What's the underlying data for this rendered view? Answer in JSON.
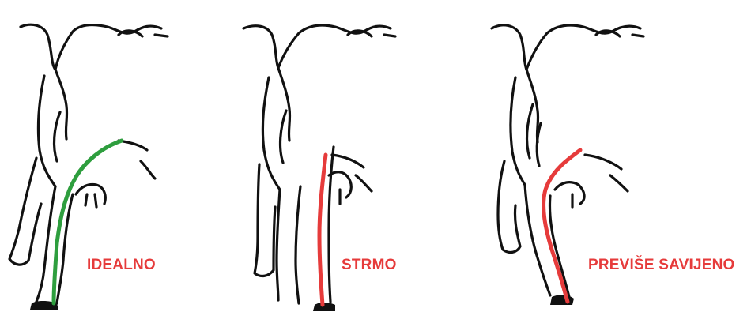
{
  "colors": {
    "outline": "#111111",
    "ideal": "#2e9e3e",
    "fault": "#e63b3b"
  },
  "panels": [
    {
      "label": "IDEALNO",
      "line_color": "#2e9e3e"
    },
    {
      "label": "STRMO",
      "line_color": "#e63b3b"
    },
    {
      "label": "PREVIŠE SAVIJENO",
      "line_color": "#e63b3b"
    }
  ]
}
